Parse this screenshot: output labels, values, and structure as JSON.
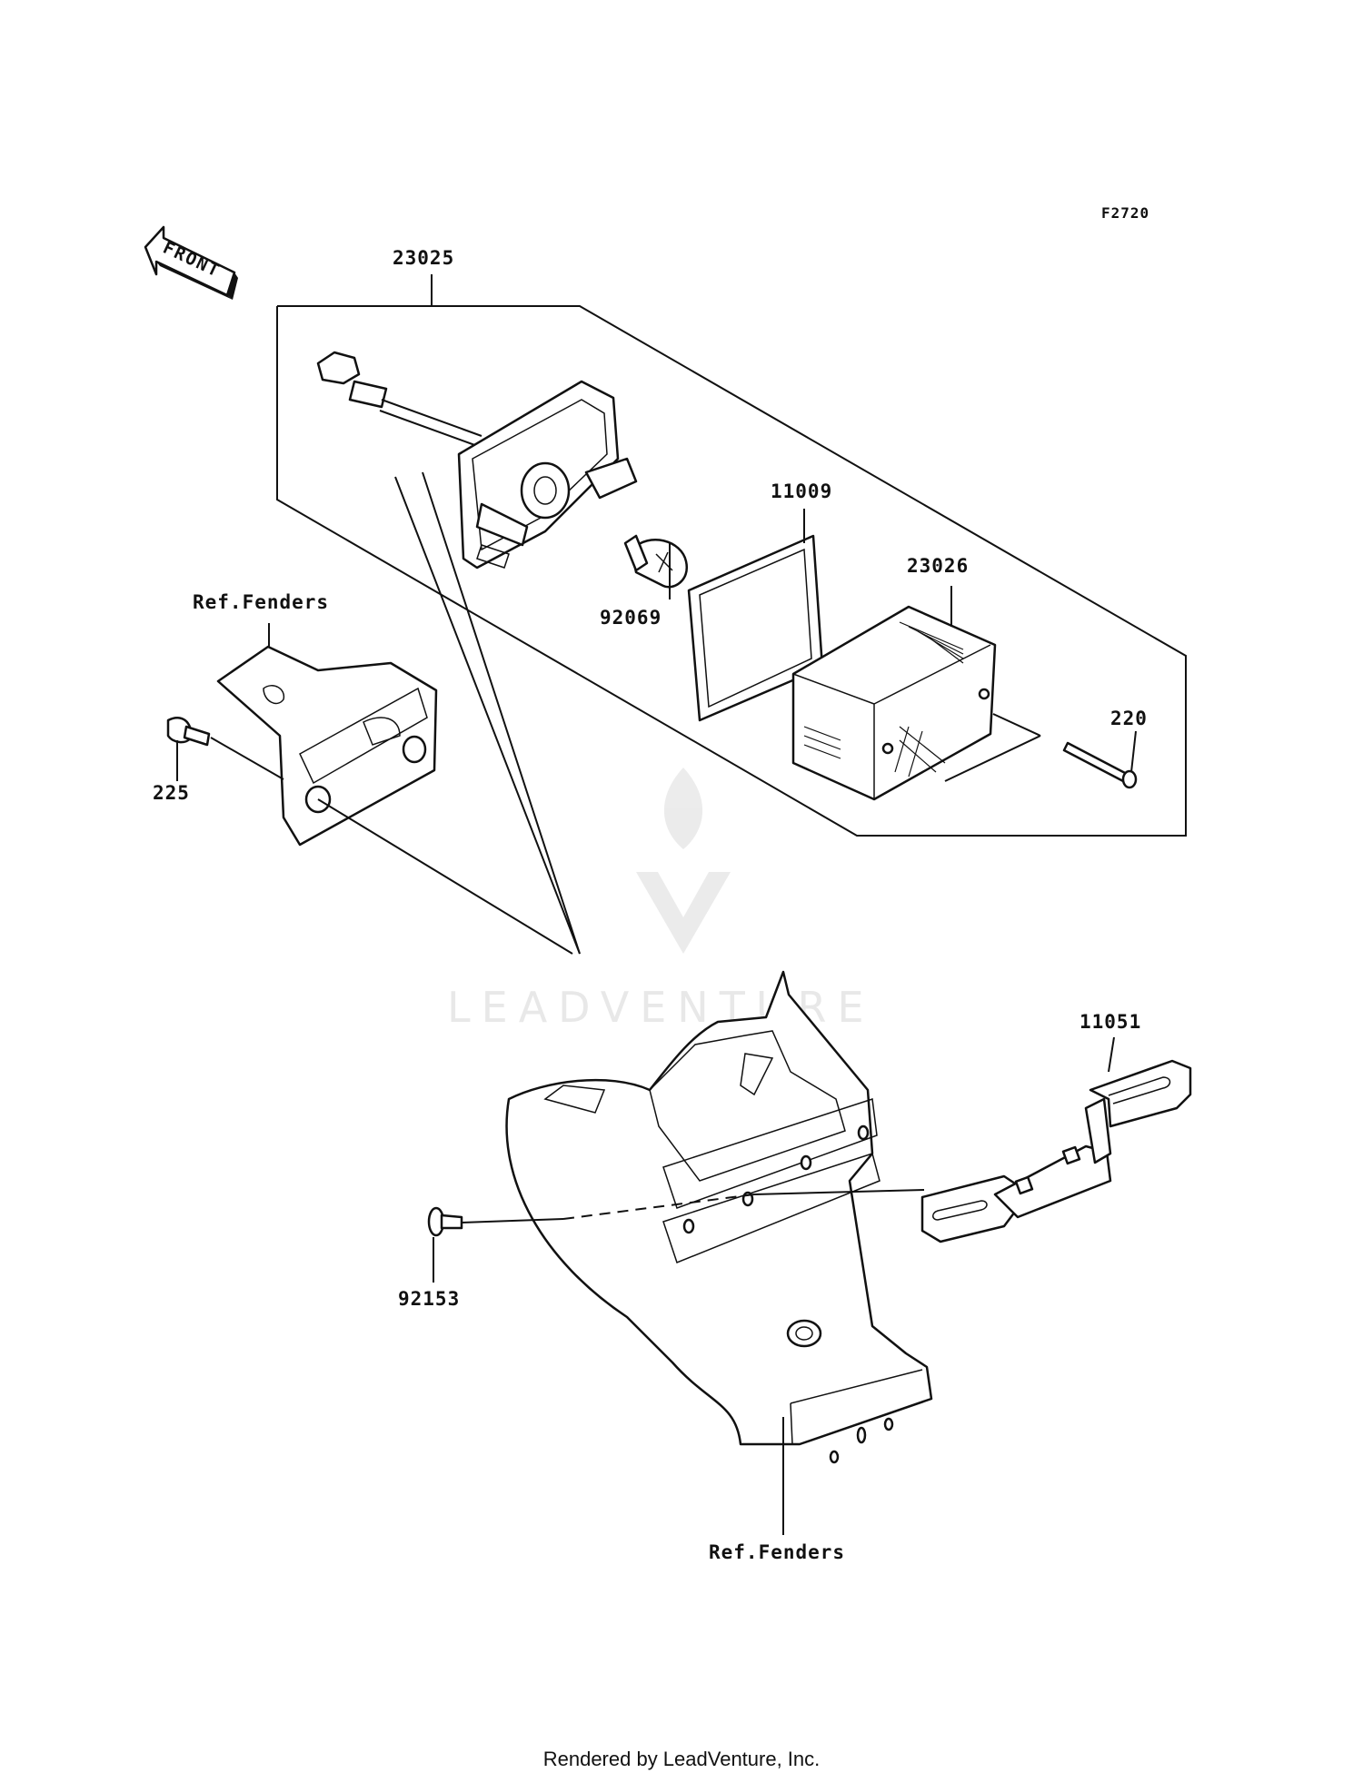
{
  "diagram_code": "F2720",
  "front_arrow_label": "FRONT",
  "watermark": {
    "brand": "LEADVENTURE"
  },
  "callouts": [
    {
      "id": "c23025",
      "text": "23025"
    },
    {
      "id": "c11009",
      "text": "11009"
    },
    {
      "id": "c23026",
      "text": "23026"
    },
    {
      "id": "c92069",
      "text": "92069"
    },
    {
      "id": "c220",
      "text": "220"
    },
    {
      "id": "c225",
      "text": "225"
    },
    {
      "id": "cref1",
      "text": "Ref.Fenders"
    },
    {
      "id": "c11051",
      "text": "11051"
    },
    {
      "id": "c92153",
      "text": "92153"
    },
    {
      "id": "cref2",
      "text": "Ref.Fenders"
    }
  ],
  "footer": "Rendered by LeadVenture, Inc."
}
